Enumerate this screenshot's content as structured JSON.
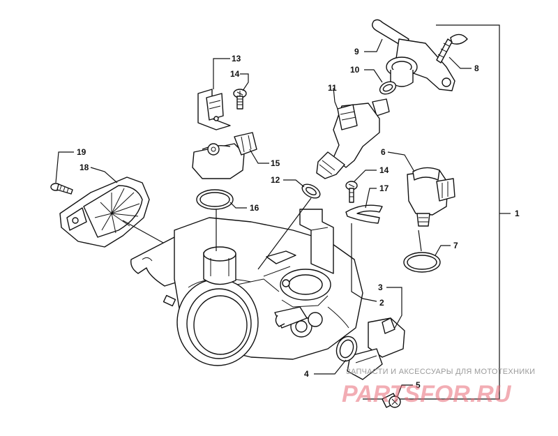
{
  "diagram": {
    "callouts": [
      "1",
      "2",
      "3",
      "4",
      "5",
      "6",
      "7",
      "8",
      "9",
      "10",
      "11",
      "12",
      "13",
      "14",
      "14",
      "15",
      "16",
      "17",
      "18",
      "19"
    ],
    "watermark": {
      "caption": "ЗАПЧАСТИ И АКСЕССУАРЫ ДЛЯ МОТОТЕХНИКИ",
      "brand": "PARTSFOR.RU",
      "color": "#e86b78"
    }
  }
}
